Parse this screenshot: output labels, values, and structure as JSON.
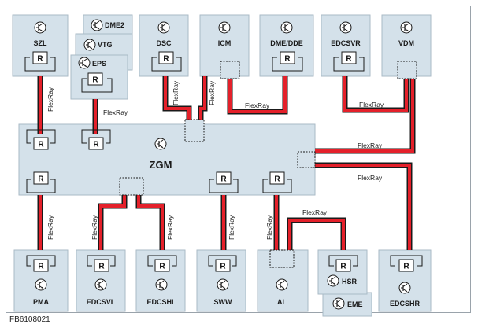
{
  "figure_id": "FB6108021",
  "bus_label": "FlexRay",
  "gateway": {
    "label": "ZGM"
  },
  "resistor_label": "R",
  "modules": {
    "szl": "SZL",
    "dme2": "DME2",
    "vtg": "VTG",
    "eps": "EPS",
    "dsc": "DSC",
    "icm": "ICM",
    "dme_dde": "DME/DDE",
    "edcsvr": "EDCSVR",
    "vdm": "VDM",
    "pma": "PMA",
    "edcsvl": "EDCSVL",
    "edcshl": "EDCSHL",
    "sww": "SWW",
    "al": "AL",
    "hsr": "HSR",
    "eme": "EME",
    "edcshr": "EDCSHR"
  },
  "colors": {
    "box": "#d4e1ea",
    "box_edge": "#a9bac6",
    "bus_red": "#e4202a",
    "bus_outline": "#1a1a1a",
    "line": "#1a1a1a"
  }
}
